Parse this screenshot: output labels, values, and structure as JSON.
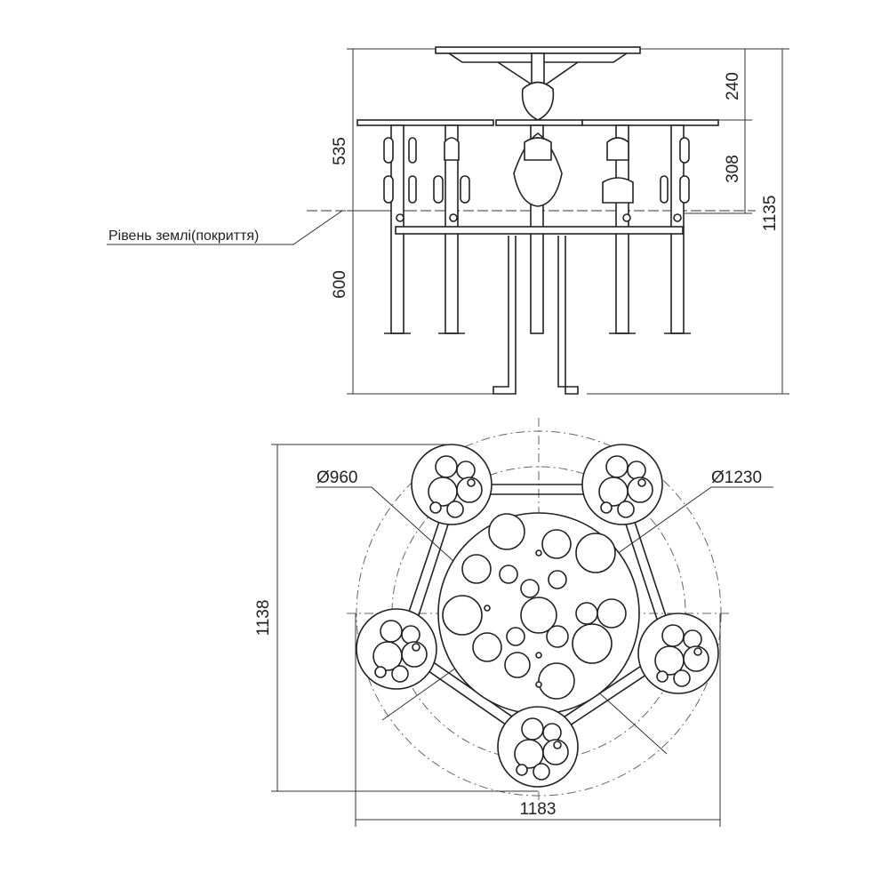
{
  "elevation": {
    "dims": {
      "top_height": "240",
      "upper_height": "535",
      "deck_height": "308",
      "total_height": "1135",
      "underground": "600"
    },
    "ground_label": "Рівень землі(покриття)"
  },
  "plan": {
    "dims": {
      "inner_diameter": "Ø960",
      "outer_diameter": "Ø1230",
      "depth": "1138",
      "width": "1183"
    }
  }
}
